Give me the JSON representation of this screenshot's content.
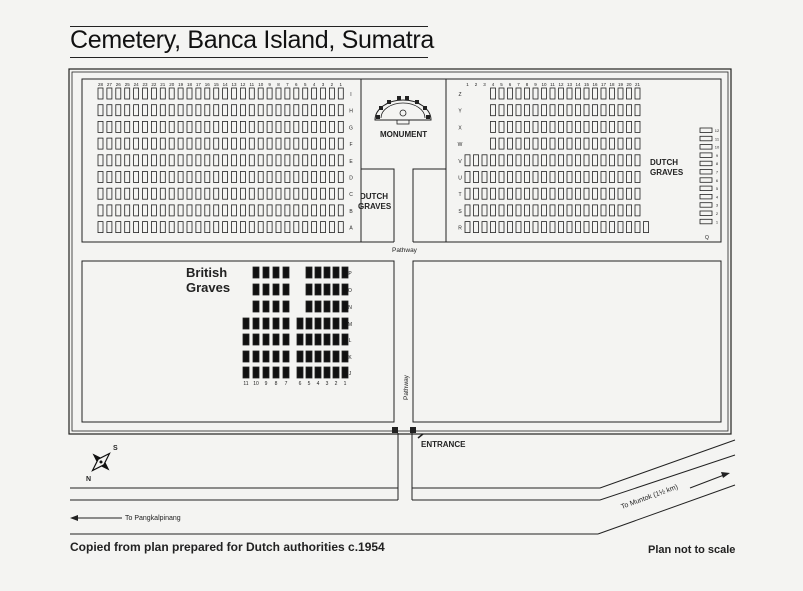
{
  "title": "Cemetery, Banca Island, Sumatra",
  "labels": {
    "monument": "MONUMENT",
    "dutch_graves_left": [
      "DUTCH",
      "GRAVES"
    ],
    "dutch_graves_right": [
      "DUTCH",
      "GRAVES"
    ],
    "british_graves": [
      "British",
      "Graves"
    ],
    "pathway_horizontal": "Pathway",
    "pathway_vertical": "Pathway",
    "entrance": "ENTRANCE",
    "to_pangkalpinang": "To Pangkalpinang",
    "to_muntok": "To Muntok (1½ km)",
    "compass_s": "S",
    "compass_n": "N"
  },
  "top_left_section": {
    "column_numbers": [
      "28",
      "27",
      "26",
      "25",
      "24",
      "23",
      "22",
      "21",
      "20",
      "19",
      "18",
      "17",
      "16",
      "15",
      "14",
      "13",
      "12",
      "11",
      "10",
      "9",
      "8",
      "7",
      "6",
      "5",
      "4",
      "3",
      "2",
      "1"
    ],
    "row_letters": [
      "I",
      "H",
      "G",
      "F",
      "E",
      "D",
      "C",
      "B",
      "A"
    ]
  },
  "top_right_section": {
    "column_numbers": [
      "1",
      "2",
      "3",
      "4",
      "5",
      "6",
      "7",
      "8",
      "9",
      "10",
      "11",
      "12",
      "13",
      "14",
      "15",
      "16",
      "17",
      "18",
      "19",
      "20",
      "21"
    ],
    "row_letters": [
      "Z",
      "Y",
      "X",
      "W",
      "V",
      "U",
      "T",
      "S",
      "R"
    ],
    "side_column_numbers": [
      "12",
      "11",
      "10",
      "9",
      "8",
      "7",
      "6",
      "5",
      "4",
      "3",
      "2",
      "1"
    ],
    "side_column_letter": "Q"
  },
  "british_section": {
    "row_letters": [
      "P",
      "O",
      "N",
      "M",
      "L",
      "K",
      "J"
    ],
    "column_numbers": [
      "11",
      "10",
      "9",
      "8",
      "7",
      "6",
      "5",
      "4",
      "3",
      "2",
      "1"
    ]
  },
  "footer": {
    "source": "Copied from plan prepared for Dutch authorities c.1954",
    "scale_note": "Plan not to scale"
  },
  "colors": {
    "ink": "#222222",
    "paper": "#f4f4f2",
    "grave_fill": "#111111"
  }
}
